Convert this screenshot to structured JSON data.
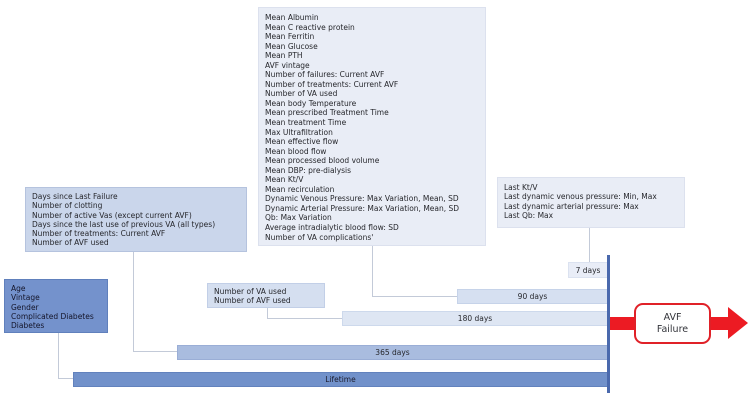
{
  "diagram": {
    "description": "Feature windows timeline leading to AVF Failure",
    "colors": {
      "box_light": "#e9edf6",
      "box_medium_light": "#d5dff0",
      "box_medium": "#cad6eb",
      "box_dark": "#7492cc",
      "axis": "#4a69ad",
      "arrow_red": "#ec1b23",
      "connector": "#c3cad8"
    }
  },
  "feature_boxes": {
    "window_90": {
      "items": [
        "Mean Albumin",
        "Mean C reactive protein",
        "Mean Ferritin",
        "Mean Glucose",
        "Mean PTH",
        "AVF vintage",
        "Number of failures: Current AVF",
        "Number of treatments: Current AVF",
        "Number of VA used",
        "Mean body Temperature",
        "Mean prescribed Treatment Time",
        "Mean treatment Time",
        "Max Ultrafiltration",
        "Mean effective flow",
        "Mean blood flow",
        "Mean processed blood volume",
        "Mean DBP: pre-dialysis",
        "Mean Kt/V",
        "Mean recirculation",
        "Dynamic Venous Pressure: Max Variation, Mean, SD",
        "Dynamic Arterial Pressure: Max Variation, Mean, SD",
        "Qb: Max Variation",
        "Average intradialytic blood flow: SD",
        "Number of VA complications'"
      ]
    },
    "window_365": {
      "items": [
        "Days since Last Failure",
        "Number of clotting",
        "Number of active Vas (except current AVF)",
        "Days since the last use of previous VA (all types)",
        "Number of treatments: Current AVF",
        "Number of AVF used"
      ]
    },
    "window_7": {
      "items": [
        "Last Kt/V",
        "Last dynamic venous pressure: Min, Max",
        "Last dynamic arterial pressure: Max",
        "Last Qb: Max"
      ]
    },
    "window_180": {
      "items": [
        "Number of VA used",
        "Number of AVF used"
      ]
    },
    "lifetime": {
      "items": [
        "Age",
        "Vintage",
        "Gender",
        "Complicated Diabetes",
        "Diabetes"
      ]
    }
  },
  "timeline": {
    "bars": [
      {
        "id": "7-days",
        "label": "7 days",
        "color": "#e9edf7"
      },
      {
        "id": "90-days",
        "label": "90 days",
        "color": "#d6e0f1"
      },
      {
        "id": "180-days",
        "label": "180 days",
        "color": "#dee6f3"
      },
      {
        "id": "365-days",
        "label": "365 days",
        "color": "#a9bcdf"
      },
      {
        "id": "lifetime",
        "label": "Lifetime",
        "color": "#7191ca"
      }
    ],
    "outcome": {
      "label_line1": "AVF",
      "label_line2": "Failure"
    }
  }
}
